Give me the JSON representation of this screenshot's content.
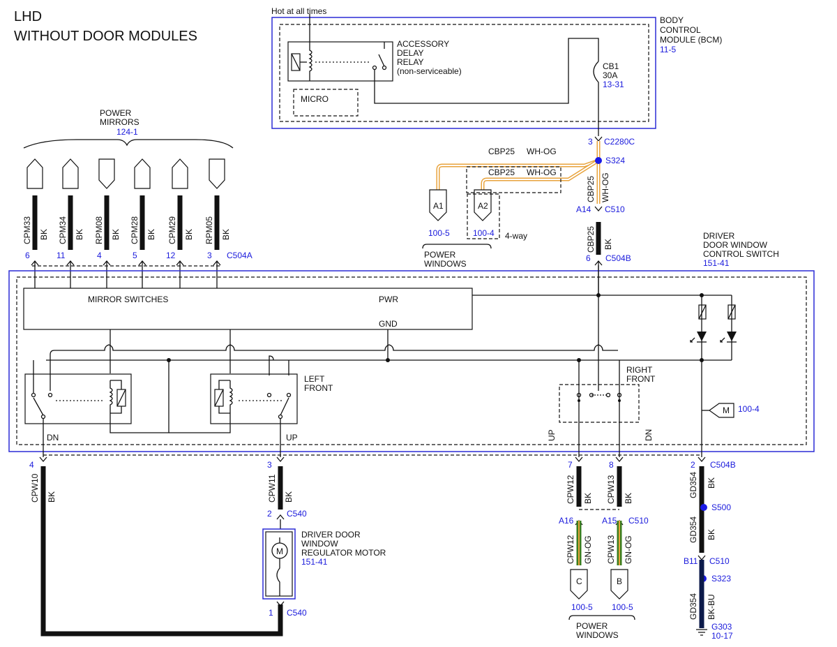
{
  "title": {
    "line1": "LHD",
    "line2": "WITHOUT DOOR MODULES"
  },
  "hot": "Hot at all times",
  "bcm": {
    "l1": "BODY",
    "l2": "CONTROL",
    "l3": "MODULE (BCM)",
    "ref": "11-5"
  },
  "relay": {
    "l1": "ACCESSORY",
    "l2": "DELAY",
    "l3": "RELAY",
    "l4": "(non-serviceable)",
    "micro": "MICRO"
  },
  "cb1": {
    "name": "CB1",
    "amps": "30A",
    "ref": "13-31"
  },
  "pm": {
    "l1": "POWER",
    "l2": "MIRRORS",
    "ref": "124-1"
  },
  "mirror_pins": [
    {
      "circuit": "CPM33",
      "color": "BK",
      "pin": "6"
    },
    {
      "circuit": "CPM34",
      "color": "BK",
      "pin": "11"
    },
    {
      "circuit": "RPM08",
      "color": "BK",
      "pin": "4"
    },
    {
      "circuit": "CPM28",
      "color": "BK",
      "pin": "5"
    },
    {
      "circuit": "CPM29",
      "color": "BK",
      "pin": "12"
    },
    {
      "circuit": "RPM05",
      "color": "BK",
      "pin": "3"
    }
  ],
  "c504a": "C504A",
  "feed": {
    "pin3": "3",
    "c2280c": "C2280C",
    "s324": "S324",
    "cbp": "CBP25",
    "wh": "WH-OG",
    "a14": "A14",
    "c510": "C510",
    "bk": "BK",
    "pin6": "6",
    "c504b": "C504B"
  },
  "pw_top": {
    "a1": "A1",
    "a2": "A2",
    "ref1": "100-5",
    "ref2": "100-4",
    "way": "4-way",
    "l1": "POWER",
    "l2": "WINDOWS"
  },
  "dws": {
    "l1": "DRIVER",
    "l2": "DOOR WINDOW",
    "l3": "CONTROL SWITCH",
    "ref": "151-41"
  },
  "sw": {
    "mirror": "MIRROR SWITCHES",
    "pwr": "PWR",
    "gnd": "GND",
    "lf1": "LEFT",
    "lf2": "FRONT",
    "rf1": "RIGHT",
    "rf2": "FRONT",
    "dn": "DN",
    "up": "UP",
    "m": "M",
    "mref": "100-4"
  },
  "bottom": {
    "p4": "4",
    "cpw10": "CPW10",
    "p3": "3",
    "cpw11": "CPW11",
    "p2": "2",
    "c540": "C540",
    "p1": "1",
    "bk": "BK",
    "motor1": "DRIVER DOOR",
    "motor2": "WINDOW",
    "motor3": "REGULATOR MOTOR",
    "motor_ref": "151-41",
    "mot": "M",
    "p7": "7",
    "p8": "8",
    "cpw12": "CPW12",
    "cpw13": "CPW13",
    "a16": "A16",
    "a15": "A15",
    "c510": "C510",
    "gnog": "GN-OG",
    "c": "C",
    "bb": "B",
    "ref": "100-5",
    "pw1": "POWER",
    "pw2": "WINDOWS",
    "p2b": "2",
    "c504b": "C504B",
    "gd354": "GD354",
    "s500": "S500",
    "b11": "B11",
    "s323": "S323",
    "bkbu": "BK-BU",
    "g303": "G303",
    "gref": "10-17"
  }
}
